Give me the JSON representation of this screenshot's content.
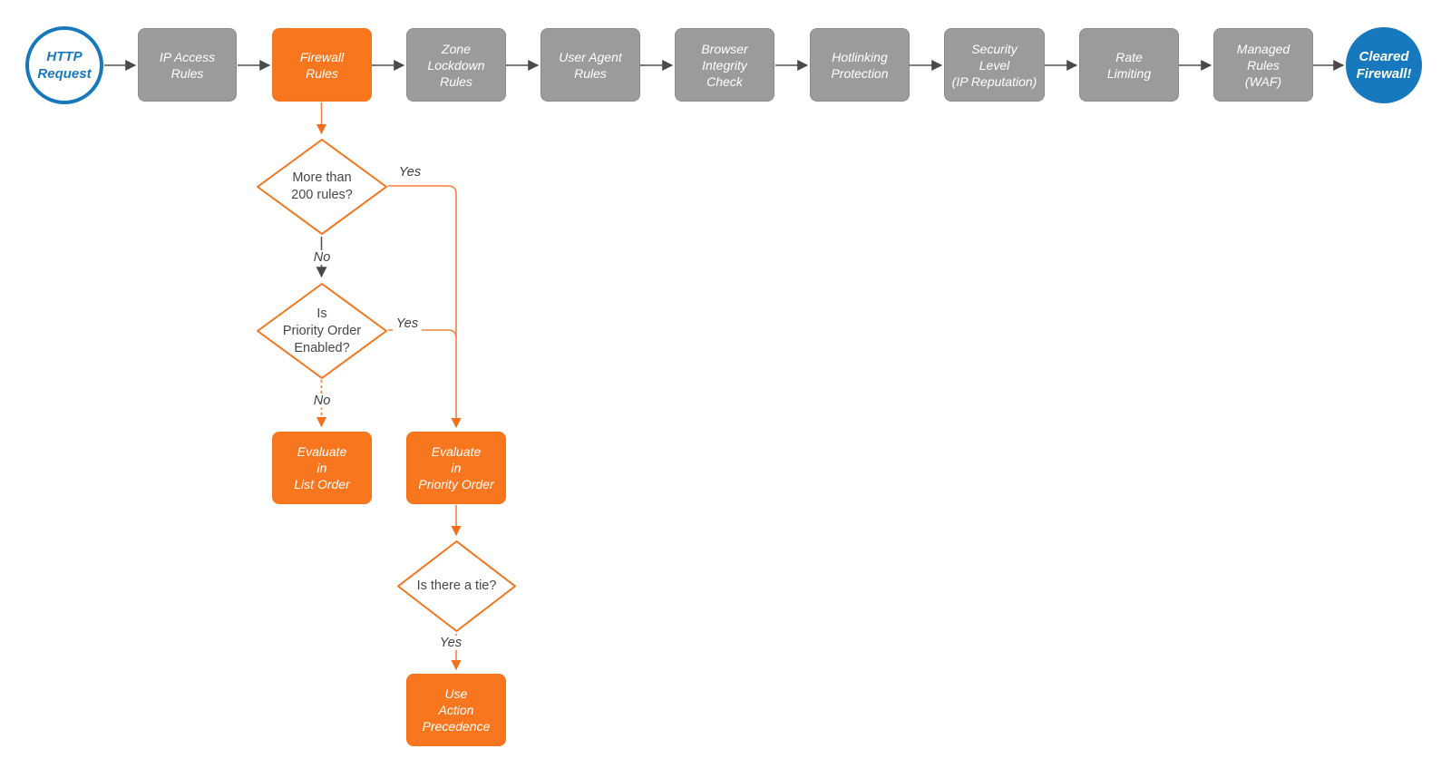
{
  "colors": {
    "orange": "#F8771E",
    "orange_stroke": "#F2741C",
    "orange_line": "#F5823C",
    "gray": "#9B9B9B",
    "blue": "#1779BD",
    "line_dark": "#4F4F4F",
    "diamond_text": "#474747",
    "label_text": "#3F3F3F"
  },
  "pipeline": {
    "start": {
      "lines": [
        "HTTP",
        "Request"
      ]
    },
    "stages": [
      {
        "lines": [
          "IP Access",
          "Rules"
        ]
      },
      {
        "lines": [
          "Firewall",
          "Rules"
        ]
      },
      {
        "lines": [
          "Zone",
          "Lockdown",
          "Rules"
        ]
      },
      {
        "lines": [
          "User Agent",
          "Rules"
        ]
      },
      {
        "lines": [
          "Browser",
          "Integrity",
          "Check"
        ]
      },
      {
        "lines": [
          "Hotlinking",
          "Protection"
        ]
      },
      {
        "lines": [
          "Security",
          "Level",
          "(IP Reputation)"
        ]
      },
      {
        "lines": [
          "Rate",
          "Limiting"
        ]
      },
      {
        "lines": [
          "Managed",
          "Rules",
          "(WAF)"
        ]
      }
    ],
    "end": {
      "lines": [
        "Cleared",
        "Firewall!"
      ]
    }
  },
  "branch": {
    "decision1": {
      "lines": [
        "More than",
        "200 rules?"
      ]
    },
    "decision2": {
      "lines": [
        "Is",
        "Priority Order",
        "Enabled?"
      ]
    },
    "decision3": {
      "lines": [
        "Is there a tie?"
      ]
    },
    "box_list_order": {
      "lines": [
        "Evaluate",
        "in",
        "List Order"
      ]
    },
    "box_priority_order": {
      "lines": [
        "Evaluate",
        "in",
        "Priority Order"
      ]
    },
    "box_action_precedence": {
      "lines": [
        "Use",
        "Action",
        "Precedence"
      ]
    },
    "labels": {
      "yes1": "Yes",
      "no1": "No",
      "yes2": "Yes",
      "no2": "No",
      "yes3": "Yes"
    }
  }
}
